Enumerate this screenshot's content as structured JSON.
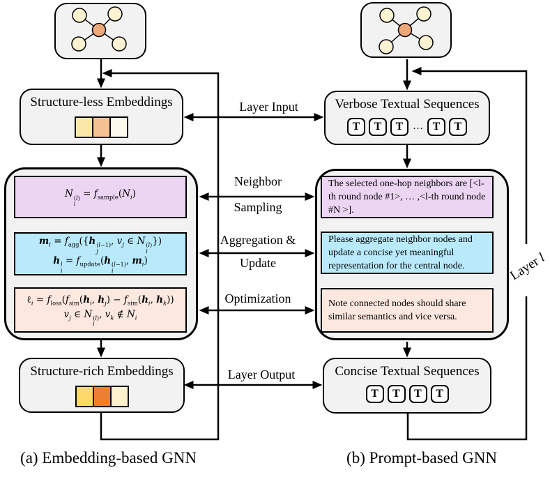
{
  "figure": {
    "caption_a": "(a) Embedding-based GNN",
    "caption_b": "(b) Prompt-based GNN"
  },
  "labels": {
    "layer_input": "Layer Input",
    "layer_output": "Layer Output",
    "neighbor_1": "Neighbor",
    "neighbor_2": "Sampling",
    "aggregation_1": "Aggregation &",
    "aggregation_2": "Update",
    "optimization": "Optimization",
    "layer_l_html": "Layer <i>l</i>"
  },
  "left": {
    "input_title": "Structure-less Embeddings",
    "output_title": "Structure-rich Embeddings",
    "formula_sampling_html": "<i>N</i><span class=\"stk\"><span>(<i>l</i>)</span><span><i>i</i></span></span> = <i>f</i><sub>sample</sub>(<i>N</i><sub><i>i</i></sub>)",
    "formula_agg_1_html": "<b><i>m</i></b><sub><i>i</i></sub> = <i>f</i><sub>agg</sub>({<b><i>h</i></b><span class=\"stk\"><span>(<i>l</i>−1)</span><span><i>j</i></span></span>, <i>v</i><sub><i>j</i></sub> ∈ <i>N</i><span class=\"stk\"><span>(<i>l</i>)</span><span><i>i</i></span></span>})",
    "formula_agg_2_html": "<b><i>h</i></b><span class=\"stk\"><span><i>l</i></span><span><i>i</i></span></span> = <i>f</i><sub>update</sub>(<b><i>h</i></b><span class=\"stk\"><span>(<i>l</i>−1)</span><span><i>i</i></span></span>, <b><i>m</i></b><sub><i>i</i></sub>)",
    "formula_opt_1_html": "ℓ<sub><i>i</i></sub> = <i>f</i><sub>loss</sub>(<i>f</i><sub>sim</sub>(<b><i>h</i></b><sub><i>i</i></sub>, <b><i>h</i></b><sub><i>j</i></sub>) − <i>f</i><sub>sim</sub>(<b><i>h</i></b><sub><i>i</i></sub>, <b><i>h</i></b><sub><i>k</i></sub>))",
    "formula_opt_2_html": "<i>v</i><sub><i>j</i></sub> ∈ <i>N</i><span class=\"stk\"><span>(<i>l</i>)</span><span><i>i</i></span></span>, <i>v</i><sub><i>k</i></sub> ∉ <i>N</i><sub><i>i</i></sub>"
  },
  "right": {
    "input_title": "Verbose Textual Sequences",
    "output_title": "Concise Textual Sequences",
    "input_tokens": [
      "T",
      "T",
      "T",
      "…",
      "T",
      "T"
    ],
    "output_tokens": [
      "T",
      "T",
      "T",
      "T"
    ],
    "prompt_sampling": "The selected one-hop neighbors are [<l-th round node #1>, … ,<l-th round node #N >].",
    "prompt_aggregation": "Please aggregate neighbor nodes and update a concise yet meaningful representation for the central node.",
    "prompt_optimization": "Note connected nodes should share similar semantics and vice versa."
  },
  "colors": {
    "sampling_fill": "#ecd5f3",
    "aggregation_fill": "#b9eafc",
    "optimization_fill": "#fde8e0",
    "panel_fill": "#f2f2f2",
    "node_center": "#efa878",
    "node_outer": "#fdf3d3",
    "embedding_input_cells": [
      "#fbe7a8",
      "#f5c193",
      "#fdf8ec"
    ],
    "embedding_output_cells": [
      "#fcd96a",
      "#ee7f2e",
      "#fdf0cd"
    ],
    "stroke": "#000000"
  }
}
